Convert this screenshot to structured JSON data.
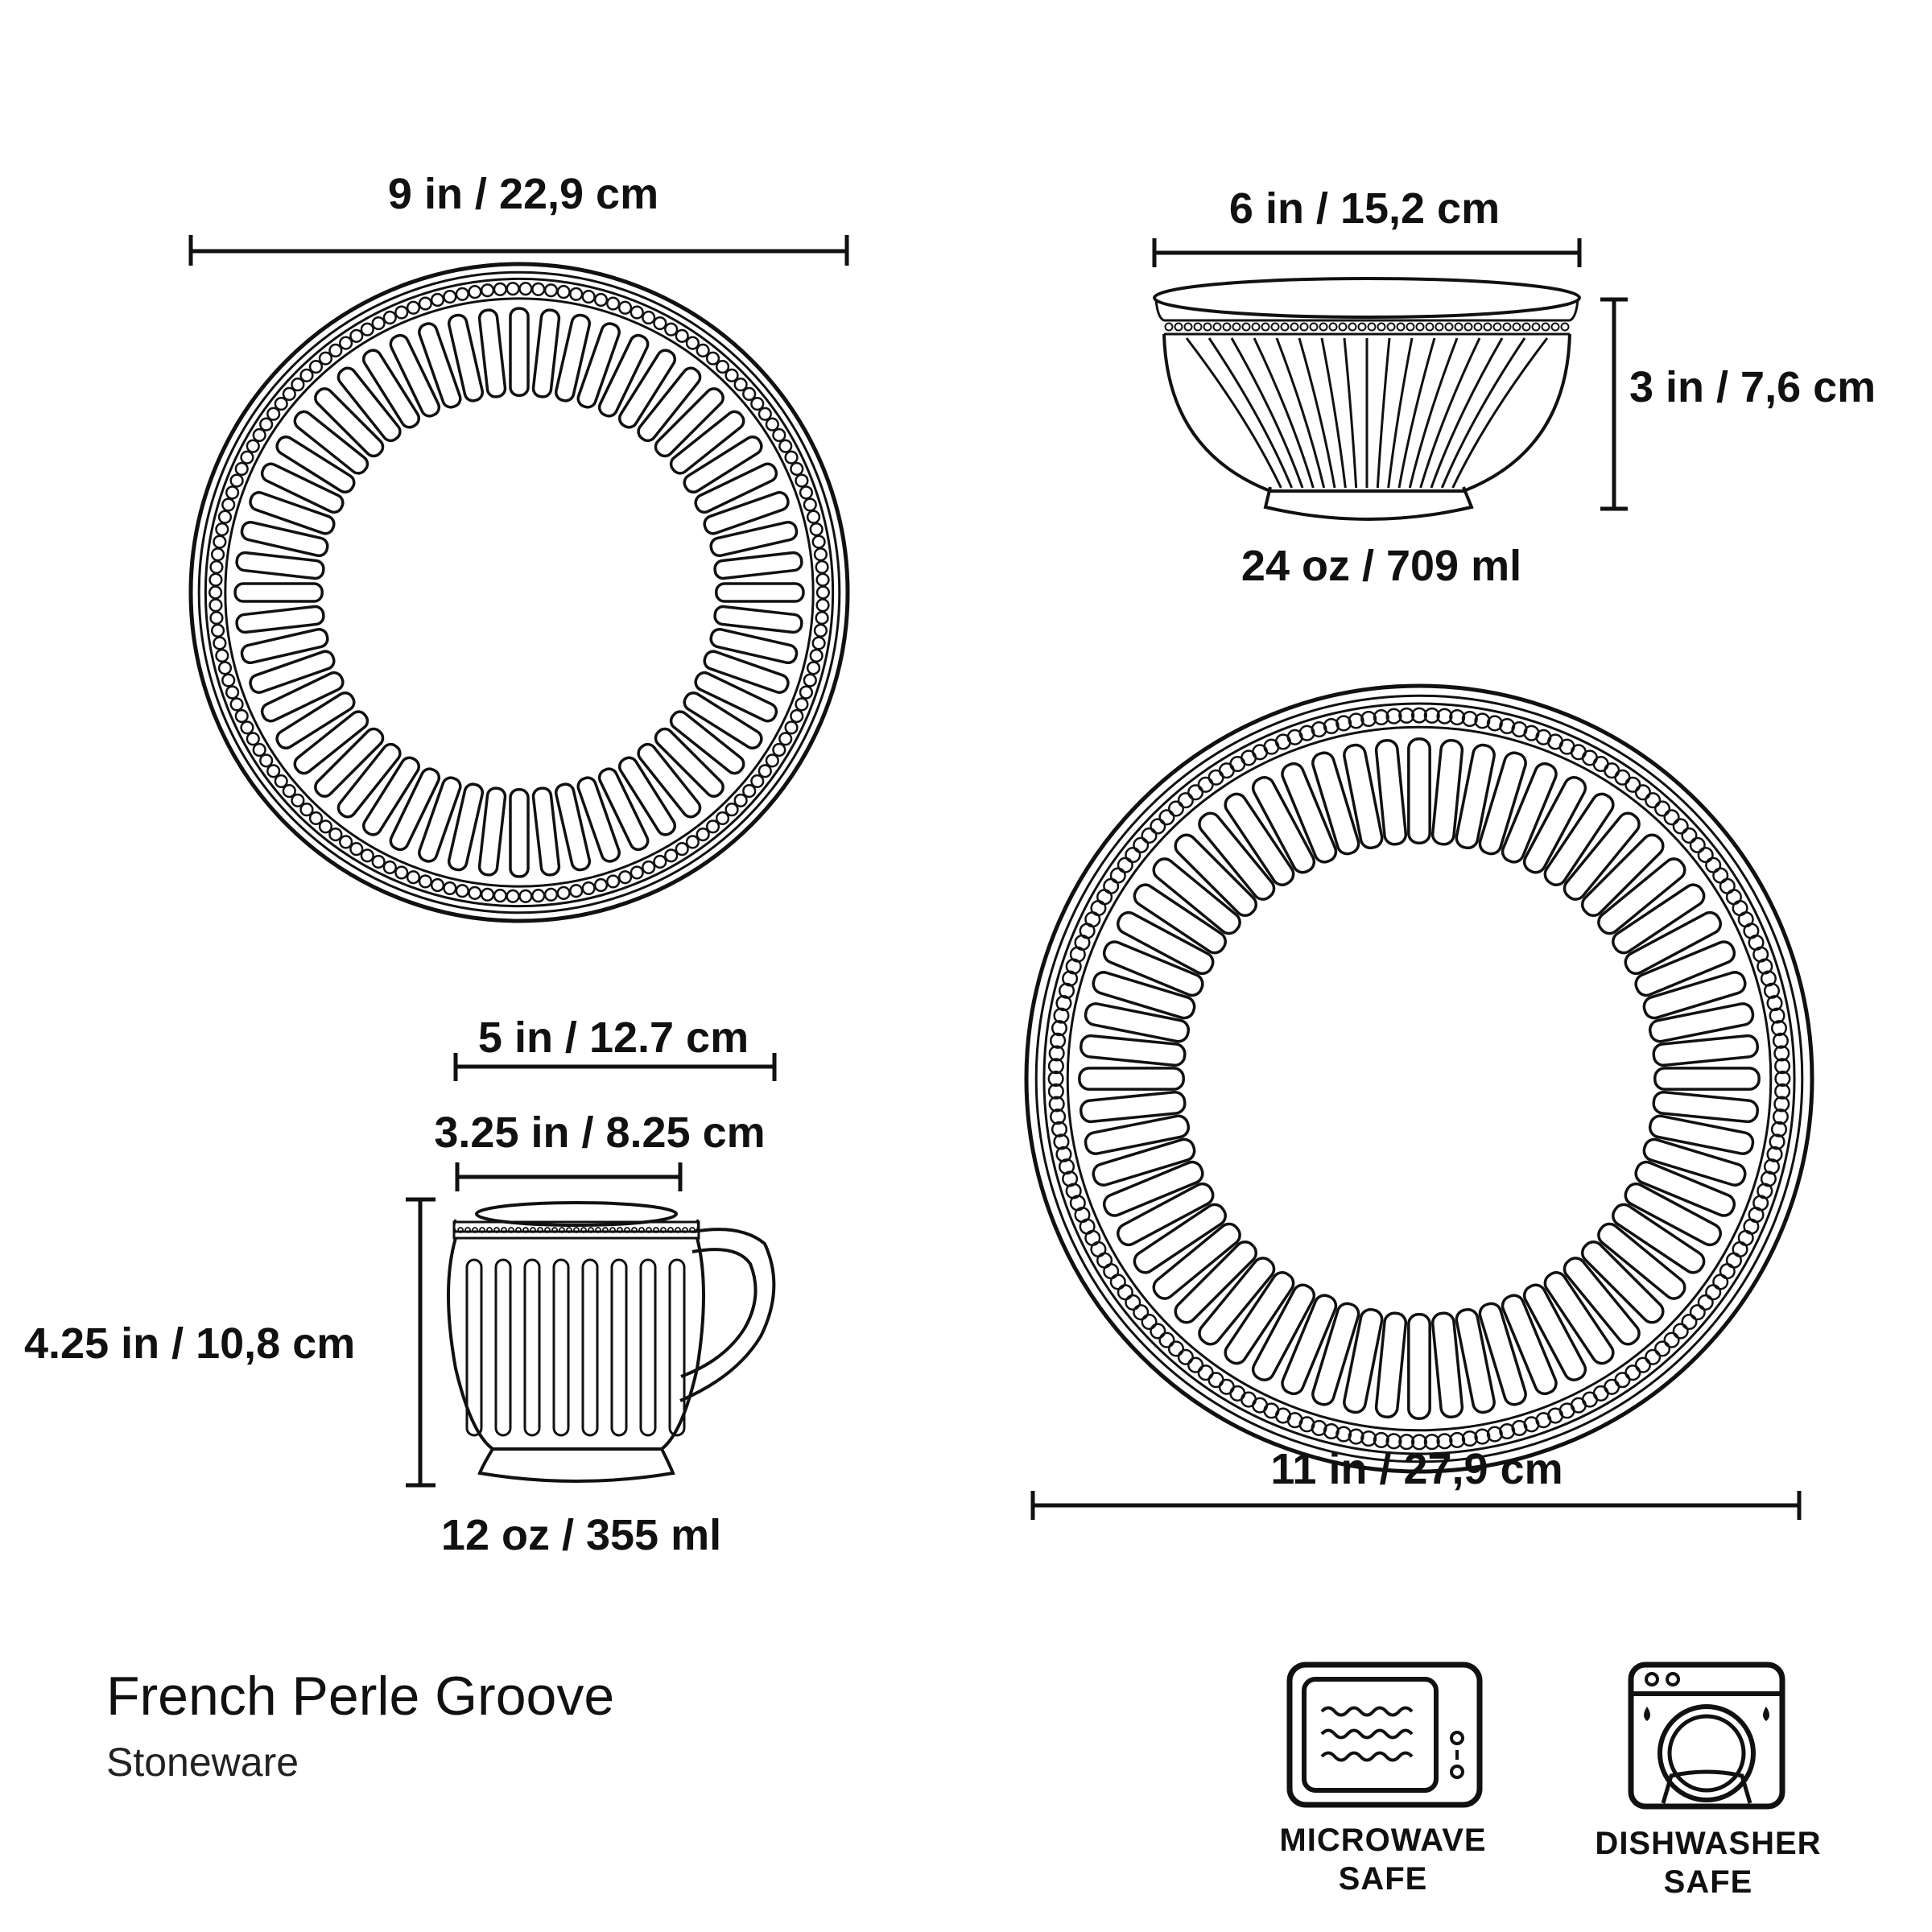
{
  "product": {
    "name": "French Perle Groove",
    "material": "Stoneware"
  },
  "items": {
    "salad_plate": {
      "diameter_label": "9 in / 22,9 cm"
    },
    "bowl": {
      "diameter_label": "6 in / 15,2 cm",
      "height_label": "3 in / 7,6 cm",
      "capacity_label": "24 oz / 709 ml"
    },
    "dinner_plate": {
      "diameter_label": "11 in / 27,9 cm"
    },
    "mug": {
      "width_label": "5 in / 12.7 cm",
      "rim_label": "3.25 in / 8.25 cm",
      "height_label": "4.25 in / 10,8 cm",
      "capacity_label": "12 oz / 355 ml"
    }
  },
  "badges": [
    {
      "icon": "microwave-icon",
      "line1": "MICROWAVE",
      "line2": "SAFE"
    },
    {
      "icon": "dishwasher-icon",
      "line1": "DISHWASHER",
      "line2": "SAFE"
    }
  ],
  "colors": {
    "ink": "#111111",
    "background": "#ffffff"
  }
}
